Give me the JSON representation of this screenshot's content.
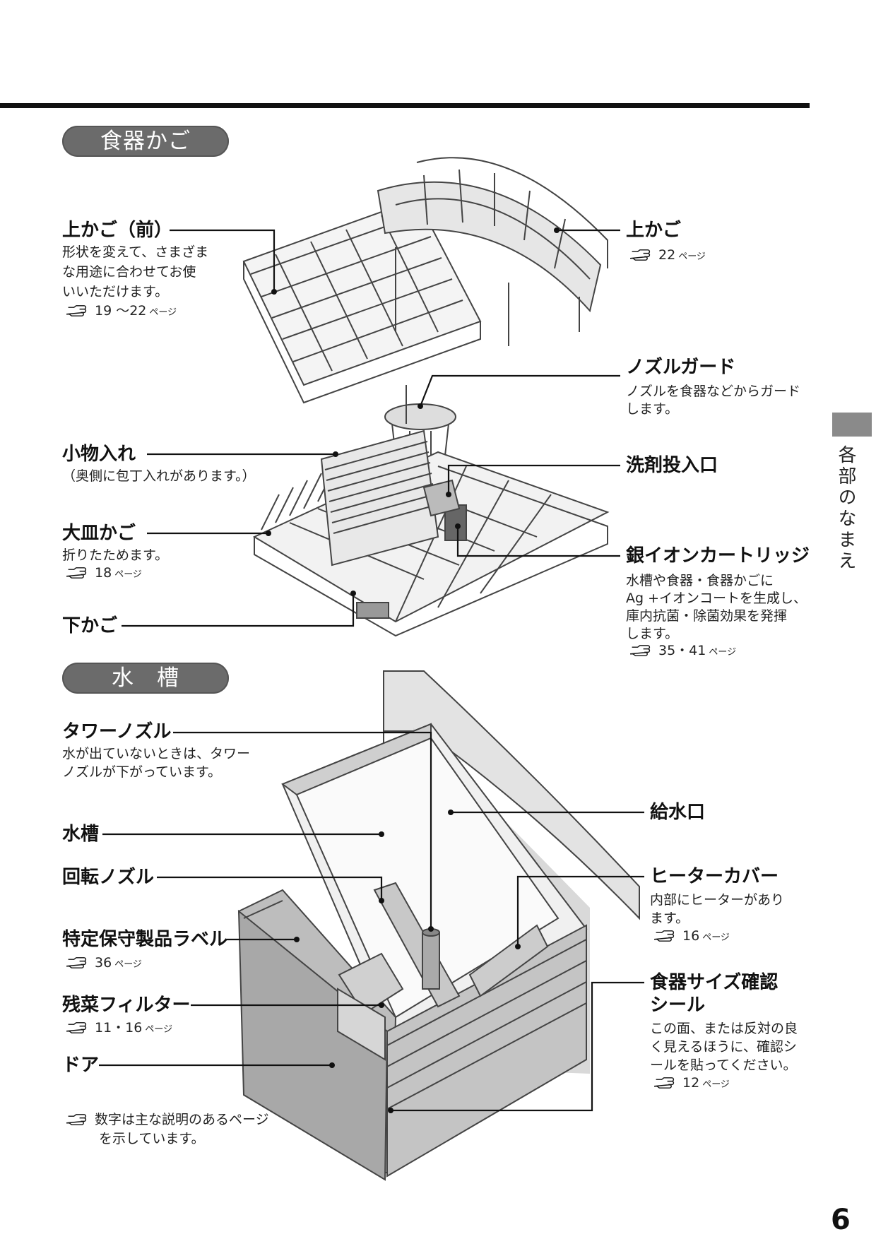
{
  "sections": {
    "basket": "食器かご",
    "tank": "水　槽"
  },
  "side_tab": "各部のなまえ",
  "page_number": "6",
  "icon": "pointing-hand-icon",
  "basket_labels": {
    "upper_front": {
      "title": "上かご（前）",
      "desc": [
        "形状を変えて、さまざま",
        "な用途に合わせてお使",
        "いいただけます。"
      ],
      "ref": "19 ～22",
      "unit": "ページ"
    },
    "upper": {
      "title": "上かご",
      "ref": "22",
      "unit": "ページ"
    },
    "nozzle_guard": {
      "title": "ノズルガード",
      "desc": [
        "ノズルを食器などからガード",
        "します。"
      ]
    },
    "small_items": {
      "title": "小物入れ",
      "desc": [
        "（奥側に包丁入れがあります。）"
      ]
    },
    "detergent": {
      "title": "洗剤投入口"
    },
    "platter": {
      "title": "大皿かご",
      "desc": [
        "折りたためます。"
      ],
      "ref": "18",
      "unit": "ページ"
    },
    "silver_ion": {
      "title": "銀イオンカートリッジ",
      "desc": [
        "水槽や食器・食器かごに",
        "Ag +イオンコートを生成し、",
        "庫内抗菌・除菌効果を発揮",
        "します。"
      ],
      "ref": "35・41",
      "unit": "ページ"
    },
    "lower": {
      "title": "下かご"
    }
  },
  "tank_labels": {
    "tower_nozzle": {
      "title": "タワーノズル",
      "desc": [
        "水が出ていないときは、タワー",
        "ノズルが下がっています。"
      ]
    },
    "water_inlet": {
      "title": "給水口"
    },
    "tank": {
      "title": "水槽"
    },
    "rotary_nozzle": {
      "title": "回転ノズル"
    },
    "heater_cover": {
      "title": "ヒーターカバー",
      "desc": [
        "内部にヒーターがあり",
        "ます。"
      ],
      "ref": "16",
      "unit": "ページ"
    },
    "maintenance_label": {
      "title": "特定保守製品ラベル",
      "ref": "36",
      "unit": "ページ"
    },
    "size_sticker": {
      "title": "食器サイズ確認",
      "title2": "シール",
      "desc": [
        "この面、または反対の良",
        "く見えるほうに、確認シ",
        "ールを貼ってください。"
      ],
      "ref": "12",
      "unit": "ページ"
    },
    "filter": {
      "title": "残菜フィルター",
      "ref": "11・16",
      "unit": "ページ"
    },
    "door": {
      "title": "ドア"
    }
  },
  "footnote": [
    "数字は主な説明のあるページ",
    "を示しています。"
  ]
}
